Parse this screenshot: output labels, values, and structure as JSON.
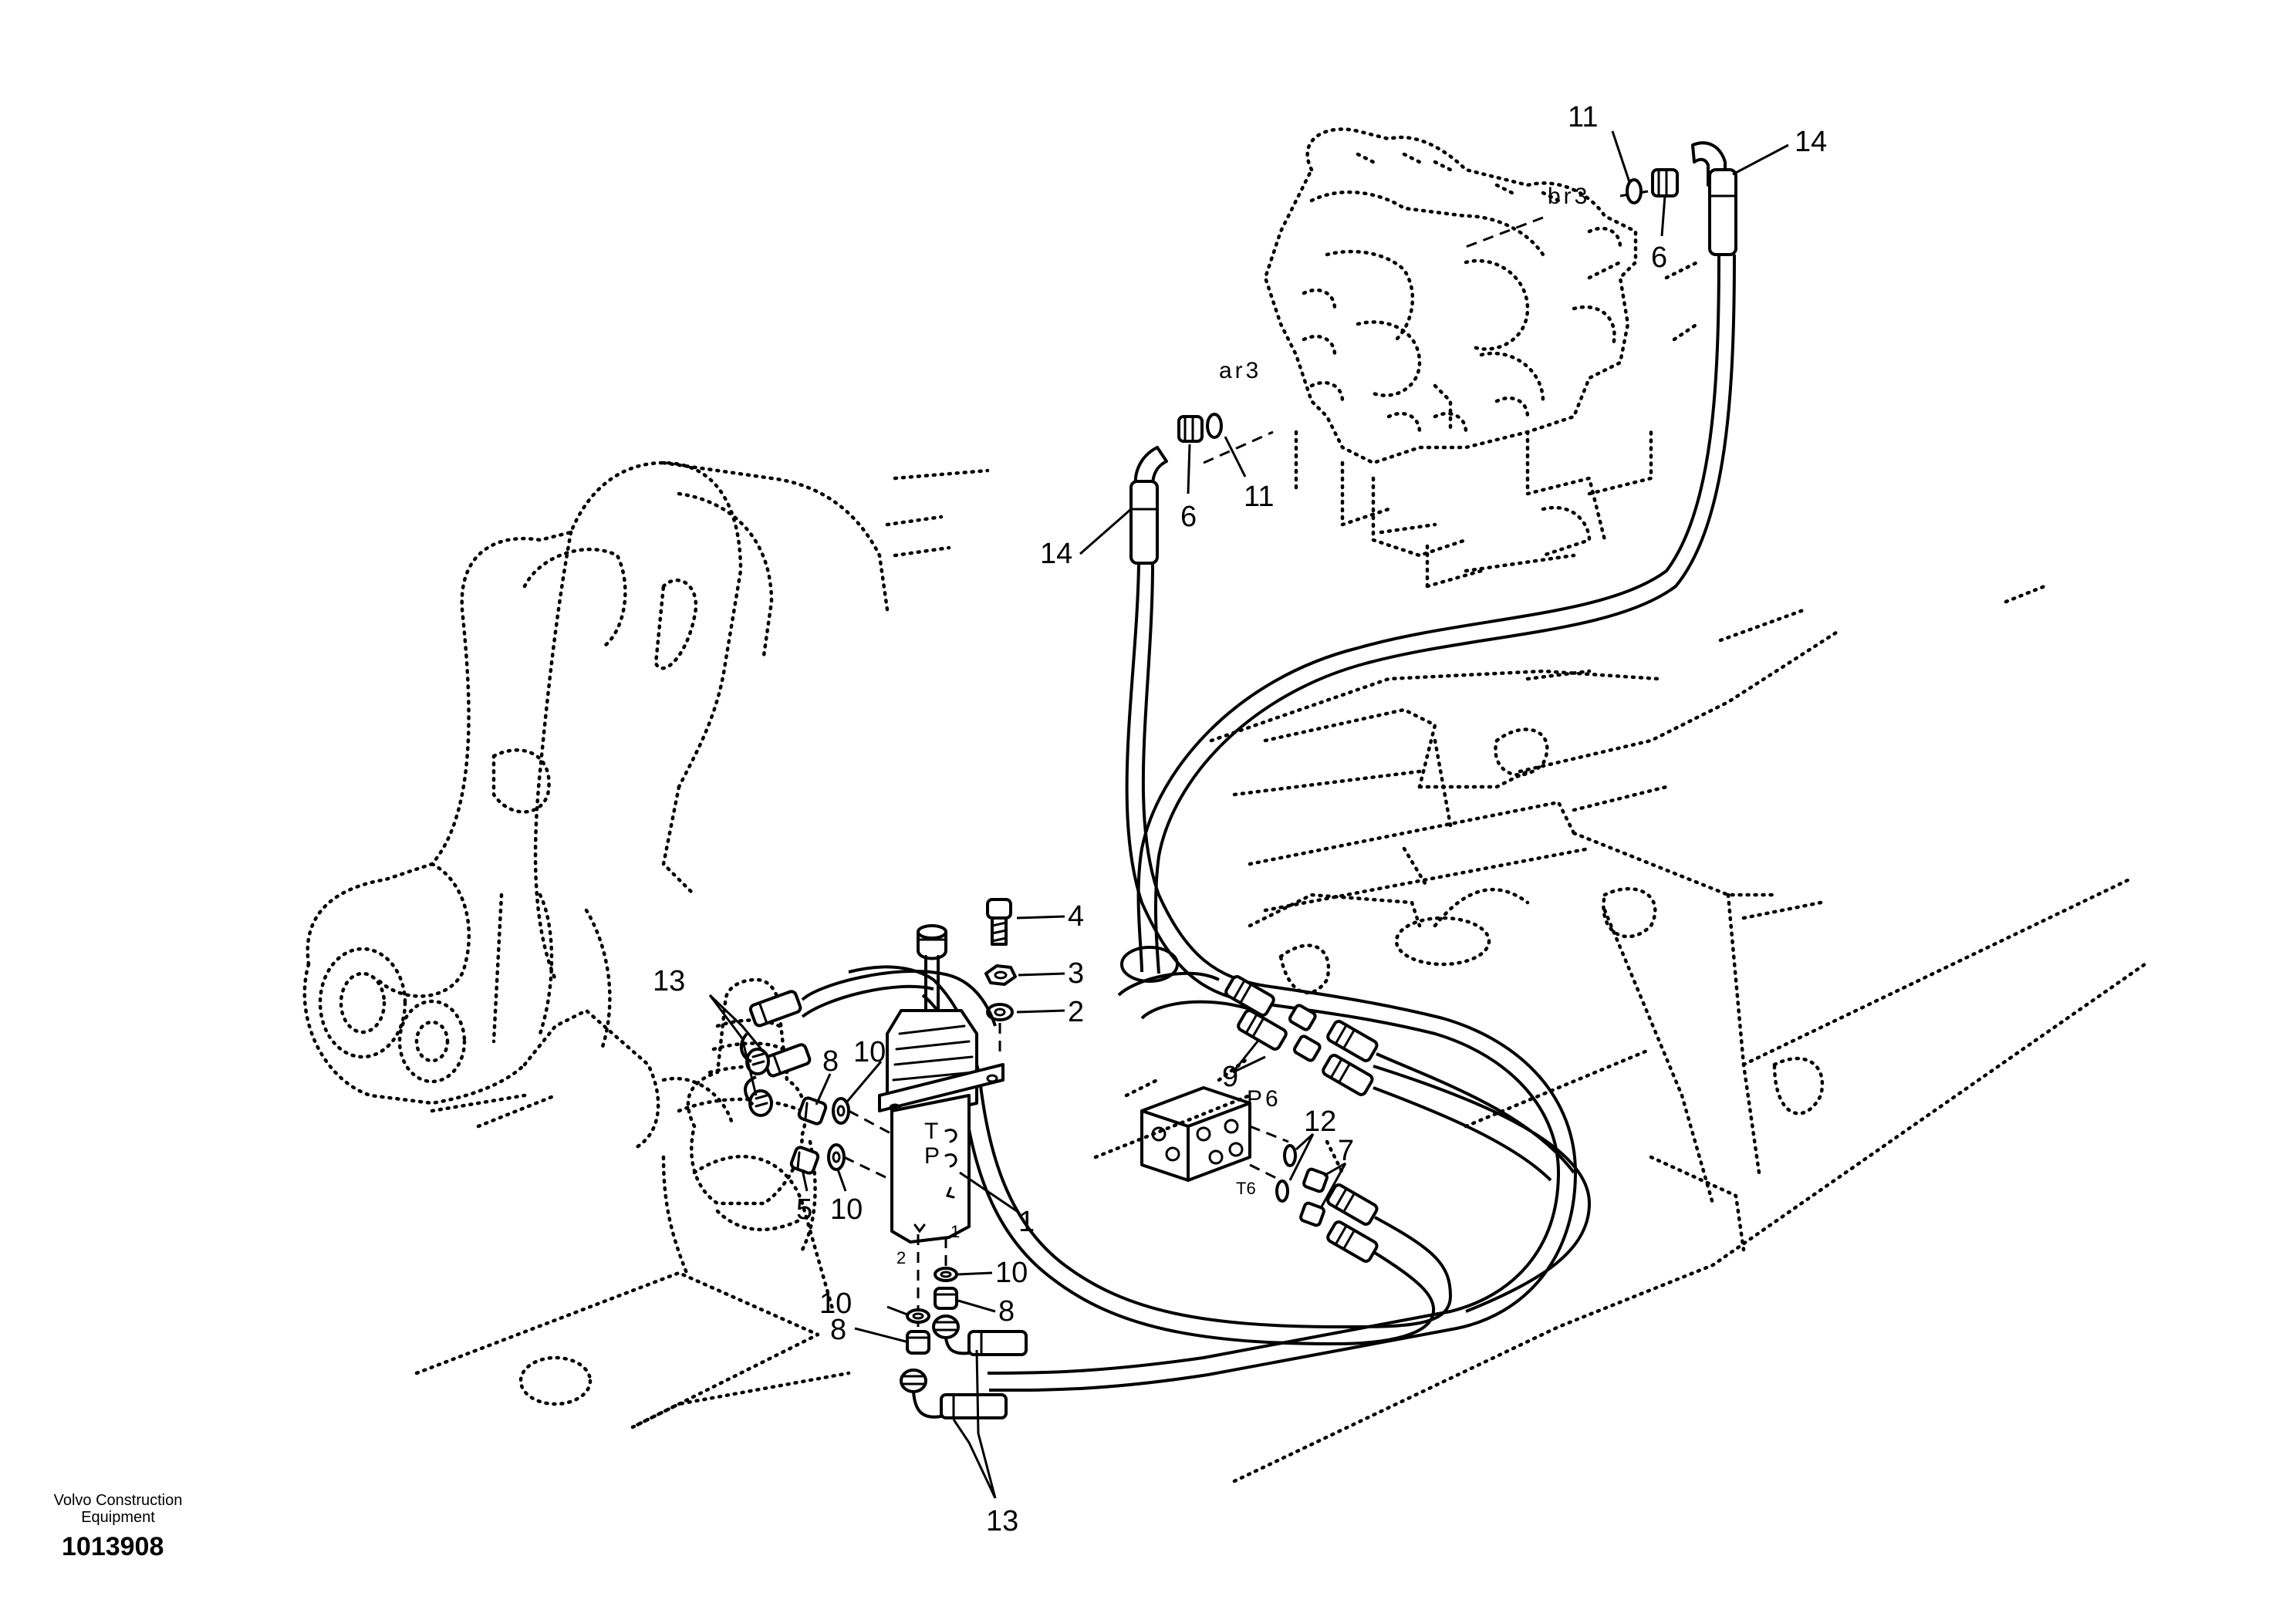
{
  "callouts": {
    "c1": "1",
    "c2": "2",
    "c3": "3",
    "c4": "4",
    "c5": "5",
    "c6_top": "6",
    "c6_mid": "6",
    "c7": "7",
    "c8_left": "8",
    "c8_right": "8",
    "c8_bottom": "8",
    "c9": "9",
    "c10_a": "10",
    "c10_b": "10",
    "c10_c": "10",
    "c10_d": "10",
    "c11_top": "11",
    "c11_mid": "11",
    "c12": "12",
    "c13_top": "13",
    "c13_bottom": "13",
    "c14_top": "14",
    "c14_mid": "14"
  },
  "ports": {
    "br3": "br3",
    "ar3": "ar3",
    "P6": "P6",
    "T6": "T6",
    "T": "T",
    "P": "P",
    "n1": "1",
    "n2": "2"
  },
  "footer": {
    "brand": "Volvo Construction Equipment",
    "drawing_number": "1013908"
  }
}
